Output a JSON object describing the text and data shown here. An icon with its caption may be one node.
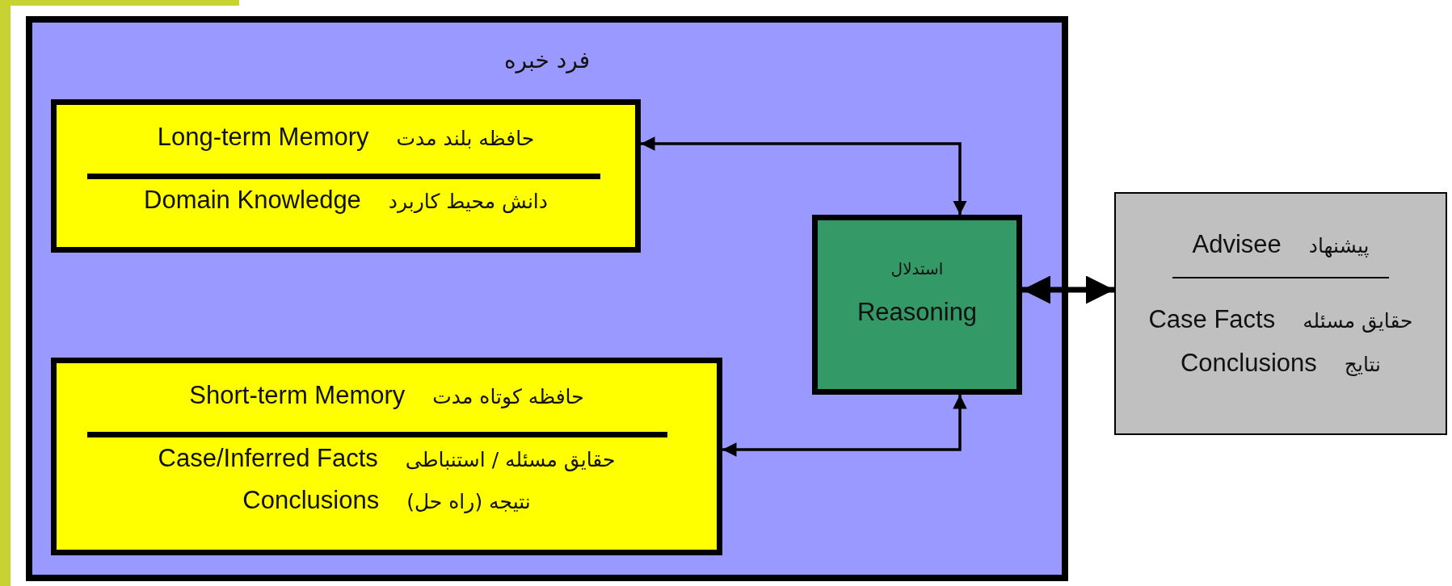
{
  "diagram": {
    "nodes": [
      {
        "text": [
          "فرد خبره"
        ]
      },
      {
        "text": [
          "Long-term Memory",
          "حافظه بلند مدت",
          "Domain Knowledge",
          "دانش محیط کاربرد"
        ],
        "in": 0
      },
      {
        "text": [
          "Short-term Memory",
          "حافظه کوتاه مدت",
          "Case/Inferred Facts",
          "حقایق مسئله / استنباطی",
          "Conclusions",
          "نتیجه (راه حل)"
        ],
        "in": 0
      },
      {
        "text": [
          "استدلال",
          "Reasoning"
        ],
        "in": 0
      },
      {
        "text": [
          "Advisee",
          "پیشنهاد",
          "Case Facts",
          "حقایق مسئله",
          "Conclusions",
          "نتایج"
        ]
      }
    ],
    "edges": [
      {
        "from": 1,
        "to": 3,
        "arrow": "both"
      },
      {
        "from": 2,
        "to": 3,
        "arrow": "both"
      },
      {
        "from": 3,
        "to": 4,
        "arrow": "both",
        "style": "thick"
      }
    ]
  }
}
